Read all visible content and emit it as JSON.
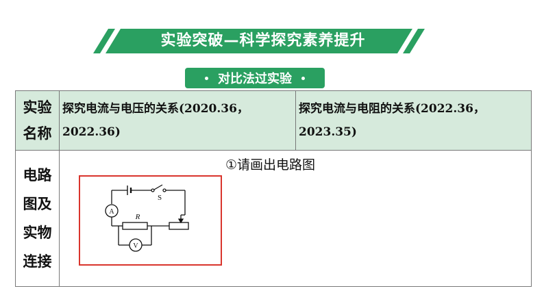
{
  "banner": {
    "title": "实验突破—科学探究素养提升"
  },
  "subtitle": {
    "text": "对比法过实验"
  },
  "table": {
    "row1": {
      "label_line1": "实验",
      "label_line2": "名称",
      "col1": "探究电流与电压的关系(2020.36，2022.36)",
      "col2": "探究电流与电阻的关系(2022.36，2023.35)"
    },
    "row2": {
      "label_lines": [
        "电路",
        "图及",
        "实物",
        "连接"
      ],
      "prompt": "①请画出电路图"
    }
  },
  "circuit": {
    "switch_label": "S",
    "resistor_label": "R",
    "ammeter_label": "A",
    "voltmeter_label": "V"
  },
  "colors": {
    "banner_green": "#2aa061",
    "header_bg": "#d6eadc",
    "frame_red": "#d9342c"
  }
}
